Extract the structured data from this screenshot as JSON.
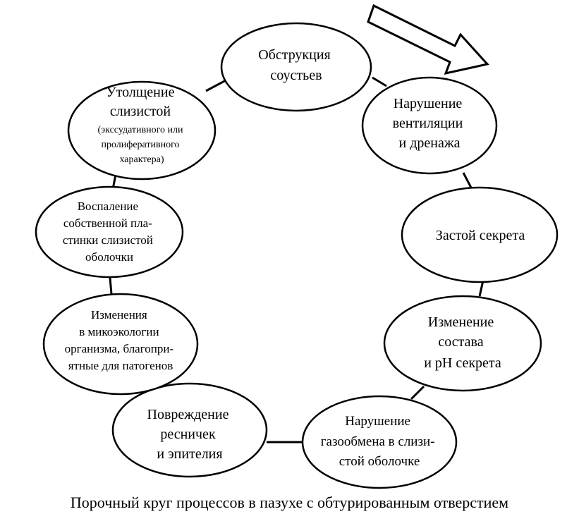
{
  "diagram": {
    "nodes": [
      {
        "id": "obstruction",
        "lines": [
          "Обструкция",
          "соустьев"
        ]
      },
      {
        "id": "ventilation",
        "lines": [
          "Нарушение",
          "вентиляции",
          "и дренажа"
        ]
      },
      {
        "id": "stasis",
        "lines": [
          "Застой секрета"
        ]
      },
      {
        "id": "composition",
        "lines": [
          "Изменение",
          "состава",
          "и pH секрета"
        ]
      },
      {
        "id": "gas-exchange",
        "lines": [
          "Нарушение",
          "газообмена в слизи-",
          "стой оболочке"
        ]
      },
      {
        "id": "cilia-damage",
        "lines": [
          "Повреждение",
          "ресничек",
          "и эпителия"
        ]
      },
      {
        "id": "microecology",
        "lines": [
          "Изменения",
          "в микоэкологии",
          "организма, благопри-",
          "ятные для патогенов"
        ]
      },
      {
        "id": "inflammation",
        "lines": [
          "Воспаление",
          "собственной пла-",
          "стинки слизистой",
          "оболочки"
        ]
      },
      {
        "id": "thickening",
        "lines": [
          "Утолщение",
          "слизистой",
          "(экссудативного или",
          "пролиферативного",
          "характера)"
        ]
      }
    ],
    "caption": "Порочный круг процессов в пазухе с обтурированным отверстием"
  }
}
